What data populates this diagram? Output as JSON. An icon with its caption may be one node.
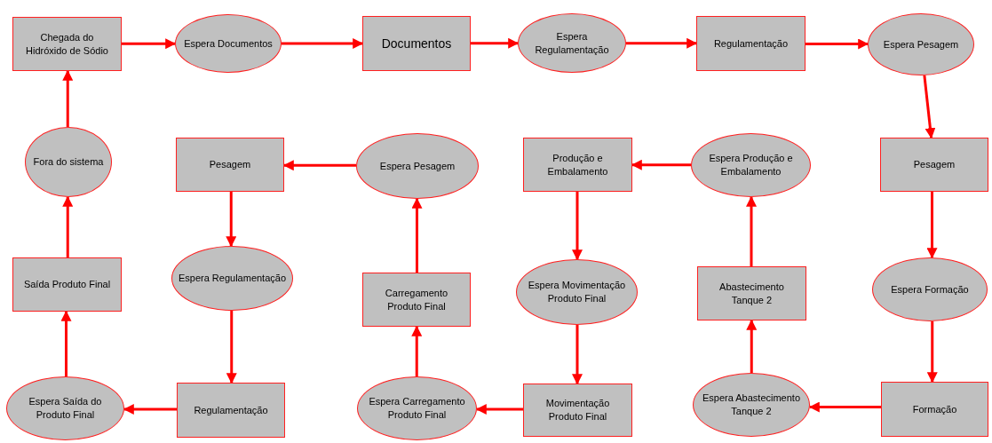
{
  "diagram": {
    "nodes": [
      {
        "text": [
          "Chegada do Hidróxido de Sódio"
        ]
      },
      {
        "text": [
          "Espera Documentos"
        ]
      },
      {
        "text": [
          "Documentos"
        ]
      },
      {
        "text": [
          "Espera Regulamentação"
        ]
      },
      {
        "text": [
          "Regulamentação"
        ]
      },
      {
        "text": [
          "Espera Pesagem"
        ]
      },
      {
        "text": [
          "Pesagem"
        ]
      },
      {
        "text": [
          "Espera Formação"
        ]
      },
      {
        "text": [
          "Formação"
        ]
      },
      {
        "text": [
          "Espera Abastecimento Tanque 2"
        ]
      },
      {
        "text": [
          "Abastecimento Tanque 2"
        ]
      },
      {
        "text": [
          "Espera Produção e Embalamento"
        ]
      },
      {
        "text": [
          "Produção e Embalamento"
        ]
      },
      {
        "text": [
          "Espera Movimentação Produto Final"
        ]
      },
      {
        "text": [
          "Movimentação Produto Final"
        ]
      },
      {
        "text": [
          "Espera Carregamento Produto Final"
        ]
      },
      {
        "text": [
          "Carregamento Produto Final"
        ]
      },
      {
        "text": [
          "Espera Pesagem"
        ]
      },
      {
        "text": [
          "Pesagem"
        ]
      },
      {
        "text": [
          "Espera Regulamentação"
        ]
      },
      {
        "text": [
          "Regulamentação"
        ]
      },
      {
        "text": [
          "Espera Saída do Produto Final"
        ]
      },
      {
        "text": [
          "Saída Produto Final"
        ]
      },
      {
        "text": [
          "Fora do sistema"
        ]
      }
    ],
    "edges": [
      {
        "from": 0,
        "to": 1,
        "arrow": "to"
      },
      {
        "from": 1,
        "to": 2,
        "arrow": "to"
      },
      {
        "from": 2,
        "to": 3,
        "arrow": "to"
      },
      {
        "from": 3,
        "to": 4,
        "arrow": "to"
      },
      {
        "from": 4,
        "to": 5,
        "arrow": "to"
      },
      {
        "from": 5,
        "to": 6,
        "arrow": "to"
      },
      {
        "from": 6,
        "to": 7,
        "arrow": "to"
      },
      {
        "from": 7,
        "to": 8,
        "arrow": "to"
      },
      {
        "from": 8,
        "to": 9,
        "arrow": "to"
      },
      {
        "from": 9,
        "to": 10,
        "arrow": "to"
      },
      {
        "from": 10,
        "to": 11,
        "arrow": "to"
      },
      {
        "from": 11,
        "to": 12,
        "arrow": "to"
      },
      {
        "from": 12,
        "to": 13,
        "arrow": "to"
      },
      {
        "from": 13,
        "to": 14,
        "arrow": "to"
      },
      {
        "from": 14,
        "to": 15,
        "arrow": "to"
      },
      {
        "from": 15,
        "to": 16,
        "arrow": "to"
      },
      {
        "from": 16,
        "to": 17,
        "arrow": "to"
      },
      {
        "from": 17,
        "to": 18,
        "arrow": "to"
      },
      {
        "from": 18,
        "to": 19,
        "arrow": "to"
      },
      {
        "from": 19,
        "to": 20,
        "arrow": "to"
      },
      {
        "from": 20,
        "to": 21,
        "arrow": "to"
      },
      {
        "from": 21,
        "to": 22,
        "arrow": "to"
      },
      {
        "from": 22,
        "to": 23,
        "arrow": "to"
      },
      {
        "from": 23,
        "to": 0,
        "arrow": "to"
      }
    ]
  }
}
